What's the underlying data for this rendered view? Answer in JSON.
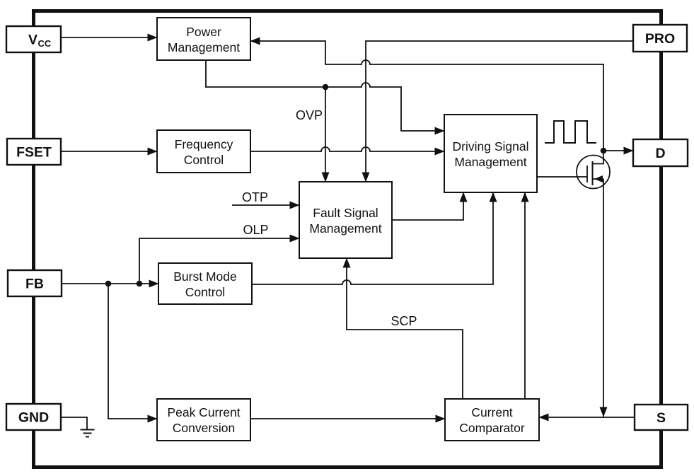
{
  "pins": {
    "vcc": {
      "label": "V",
      "sub": "CC"
    },
    "fset": {
      "label": "FSET"
    },
    "fb": {
      "label": "FB"
    },
    "gnd": {
      "label": "GND"
    },
    "pro": {
      "label": "PRO"
    },
    "d": {
      "label": "D"
    },
    "s": {
      "label": "S"
    }
  },
  "blocks": {
    "power_management": {
      "line1": "Power",
      "line2": "Management"
    },
    "frequency_control": {
      "line1": "Frequency",
      "line2": "Control"
    },
    "fault_signal_management": {
      "line1": "Fault Signal",
      "line2": "Management"
    },
    "driving_signal_management": {
      "line1": "Driving Signal",
      "line2": "Management"
    },
    "burst_mode_control": {
      "line1": "Burst Mode",
      "line2": "Control"
    },
    "peak_current_conversion": {
      "line1": "Peak Current",
      "line2": "Conversion"
    },
    "current_comparator": {
      "line1": "Current",
      "line2": "Comparator"
    }
  },
  "signal_labels": {
    "ovp": "OVP",
    "otp": "OTP",
    "olp": "OLP",
    "scp": "SCP"
  },
  "colors": {
    "line": "#111111",
    "background": "#ffffff"
  }
}
